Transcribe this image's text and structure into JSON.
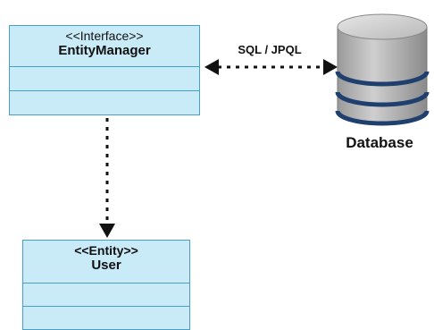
{
  "entity_manager": {
    "stereotype": "<<Interface>>",
    "name": "EntityManager"
  },
  "user": {
    "stereotype": "<<Entity>>",
    "name": "User"
  },
  "connector": {
    "label": "SQL / JPQL"
  },
  "database": {
    "label": "Database"
  },
  "colors": {
    "box_fill": "#c9eaf7",
    "box_border": "#4a9fc4",
    "db_top": "#d4d4d4",
    "db_band": "#1f3f6e"
  }
}
